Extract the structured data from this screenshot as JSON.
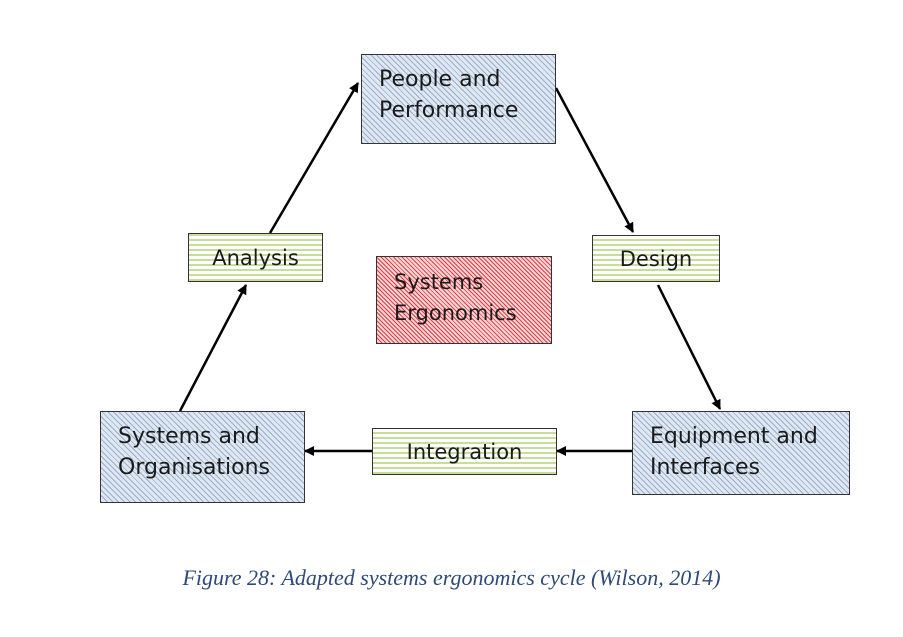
{
  "diagram": {
    "nodes": {
      "people_performance": {
        "lines": [
          "People and",
          "Performance"
        ]
      },
      "design": {
        "label": "Design"
      },
      "equipment_interfaces": {
        "lines": [
          "Equipment and",
          "Interfaces"
        ]
      },
      "integration": {
        "label": "Integration"
      },
      "systems_organisations": {
        "lines": [
          "Systems and",
          "Organisations"
        ]
      },
      "analysis": {
        "label": "Analysis"
      },
      "systems_ergonomics": {
        "lines": [
          "Systems",
          "Ergonomics"
        ]
      }
    },
    "edges": [
      {
        "from": "people_performance",
        "to": "design"
      },
      {
        "from": "design",
        "to": "equipment_interfaces"
      },
      {
        "from": "equipment_interfaces",
        "to": "integration"
      },
      {
        "from": "integration",
        "to": "systems_organisations"
      },
      {
        "from": "systems_organisations",
        "to": "analysis"
      },
      {
        "from": "analysis",
        "to": "people_performance"
      }
    ],
    "colors": {
      "process_box_fill": "#dfe8f2",
      "process_box_hatch": "#6080a8",
      "step_box_stripe": "#c7dd9c",
      "center_box_hatch": "#d7323c",
      "arrow": "#000000",
      "caption": "#2e4a78"
    }
  },
  "caption": "Figure 28: Adapted systems ergonomics cycle (Wilson, 2014)"
}
